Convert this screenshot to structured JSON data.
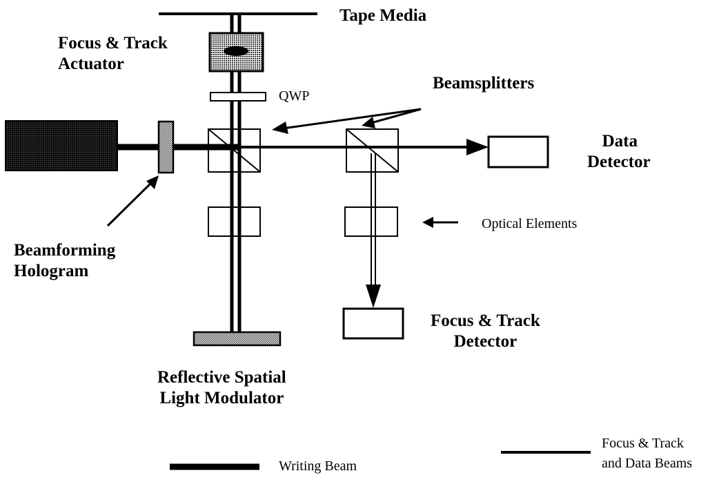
{
  "labels": {
    "tape_media": "Tape Media",
    "actuator_line1": "Focus & Track",
    "actuator_line2": "Actuator",
    "qwp": "QWP",
    "beamsplitters": "Beamsplitters",
    "data_detector_line1": "Data",
    "data_detector_line2": "Detector",
    "optical_elements": "Optical Elements",
    "hologram_line1": "Beamforming",
    "hologram_line2": "Hologram",
    "ft_detector_line1": "Focus & Track",
    "ft_detector_line2": "Detector",
    "slm_line1": "Reflective Spatial",
    "slm_line2": "Light Modulator"
  },
  "legend": {
    "writing_beam": "Writing Beam",
    "ft_data_line1": "Focus & Track",
    "ft_data_line2": "and Data Beams"
  },
  "colors": {
    "ink": "#000000",
    "stipple_bg": "#ffffff"
  }
}
